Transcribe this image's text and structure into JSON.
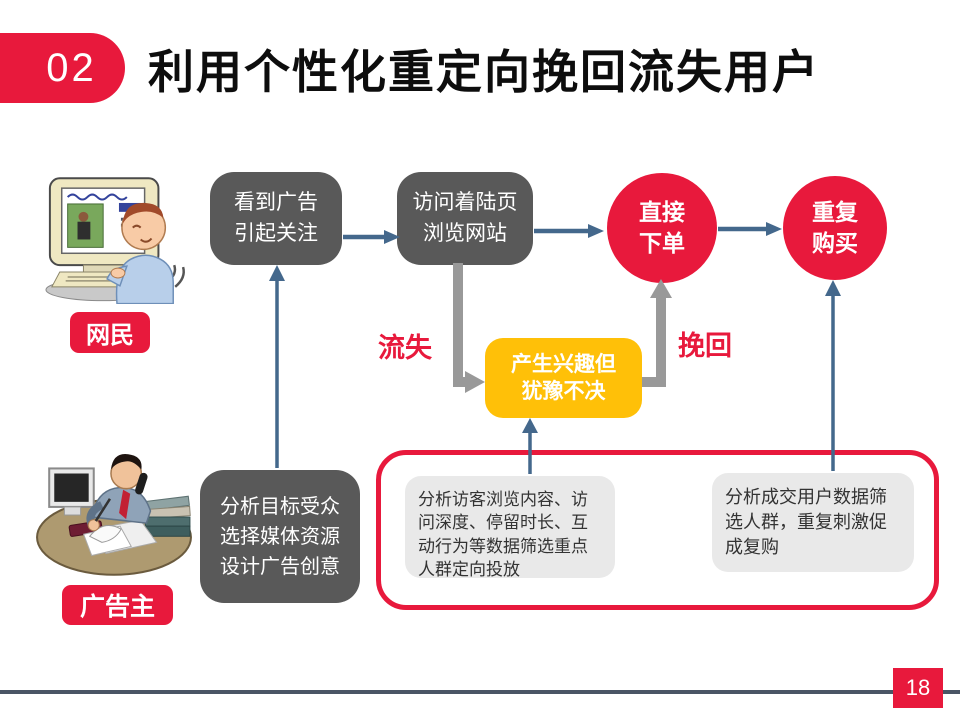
{
  "header": {
    "number": "02",
    "title": "利用个性化重定向挽回流失用户"
  },
  "actors": {
    "netizen": {
      "label": "网民"
    },
    "advertiser": {
      "label": "广告主"
    }
  },
  "flow": {
    "see_ad": "看到广告\n引起关注",
    "visit": "访问着陆页\n浏览网站",
    "direct_order": "直接\n下单",
    "repeat_buy": "重复\n购买",
    "hesitate": "产生兴趣但\n犹豫不决",
    "lost_label": "流失",
    "winback_label": "挽回",
    "plan": "分析目标受众\n选择媒体资源\n设计广告创意"
  },
  "panel": {
    "strategy_lost": "分析访客浏览内容、访问深度、停留时长、互动行为等数据筛选重点人群定向投放",
    "strategy_repeat": "分析成交用户数据筛选人群，重复刺激促成复购"
  },
  "footer": {
    "page_number": "18"
  },
  "icons": {
    "netizen": "netizen-computer-clipart",
    "advertiser": "advertiser-desk-clipart"
  },
  "colors": {
    "accent_red": "#E8193C",
    "node_gray": "#595959",
    "hesitate_yellow": "#FFC008",
    "arrow_slate": "#44688C",
    "connector_gray": "#999999",
    "panel_light_gray": "#E9E9E9",
    "footer_line": "#4A5565"
  }
}
